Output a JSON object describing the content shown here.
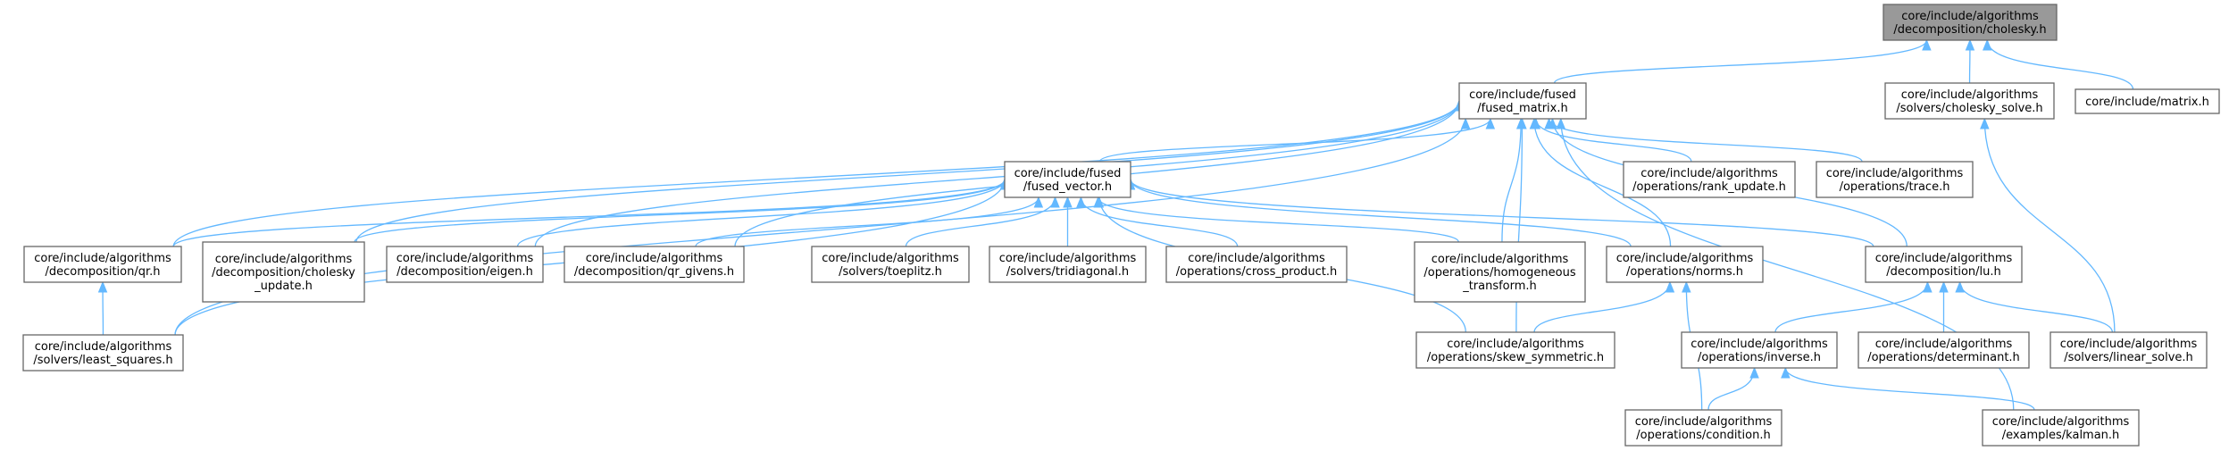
{
  "graph": {
    "type": "include-dependency-graph",
    "colors": {
      "edge": "#63b8ff",
      "root_fill": "#999999",
      "node_fill": "#ffffff",
      "border": "#666666"
    },
    "nodes": [
      {
        "id": "cholesky",
        "lines": [
          "core/include/algorithms",
          "/decomposition/cholesky.h"
        ],
        "root": true
      },
      {
        "id": "fused_matrix",
        "lines": [
          "core/include/fused",
          "/fused_matrix.h"
        ]
      },
      {
        "id": "cholesky_solve",
        "lines": [
          "core/include/algorithms",
          "/solvers/cholesky_solve.h"
        ]
      },
      {
        "id": "matrix",
        "lines": [
          "core/include/matrix.h"
        ]
      },
      {
        "id": "fused_vector",
        "lines": [
          "core/include/fused",
          "/fused_vector.h"
        ]
      },
      {
        "id": "rank_update",
        "lines": [
          "core/include/algorithms",
          "/operations/rank_update.h"
        ]
      },
      {
        "id": "trace",
        "lines": [
          "core/include/algorithms",
          "/operations/trace.h"
        ]
      },
      {
        "id": "qr",
        "lines": [
          "core/include/algorithms",
          "/decomposition/qr.h"
        ]
      },
      {
        "id": "cholesky_update",
        "lines": [
          "core/include/algorithms",
          "/decomposition/cholesky",
          "_update.h"
        ]
      },
      {
        "id": "eigen",
        "lines": [
          "core/include/algorithms",
          "/decomposition/eigen.h"
        ]
      },
      {
        "id": "qr_givens",
        "lines": [
          "core/include/algorithms",
          "/decomposition/qr_givens.h"
        ]
      },
      {
        "id": "toeplitz",
        "lines": [
          "core/include/algorithms",
          "/solvers/toeplitz.h"
        ]
      },
      {
        "id": "tridiagonal",
        "lines": [
          "core/include/algorithms",
          "/solvers/tridiagonal.h"
        ]
      },
      {
        "id": "cross_product",
        "lines": [
          "core/include/algorithms",
          "/operations/cross_product.h"
        ]
      },
      {
        "id": "homogeneous",
        "lines": [
          "core/include/algorithms",
          "/operations/homogeneous",
          "_transform.h"
        ]
      },
      {
        "id": "norms",
        "lines": [
          "core/include/algorithms",
          "/operations/norms.h"
        ]
      },
      {
        "id": "lu",
        "lines": [
          "core/include/algorithms",
          "/decomposition/lu.h"
        ]
      },
      {
        "id": "least_squares",
        "lines": [
          "core/include/algorithms",
          "/solvers/least_squares.h"
        ]
      },
      {
        "id": "skew_symmetric",
        "lines": [
          "core/include/algorithms",
          "/operations/skew_symmetric.h"
        ]
      },
      {
        "id": "inverse",
        "lines": [
          "core/include/algorithms",
          "/operations/inverse.h"
        ]
      },
      {
        "id": "determinant",
        "lines": [
          "core/include/algorithms",
          "/operations/determinant.h"
        ]
      },
      {
        "id": "linear_solve",
        "lines": [
          "core/include/algorithms",
          "/solvers/linear_solve.h"
        ]
      },
      {
        "id": "condition",
        "lines": [
          "core/include/algorithms",
          "/operations/condition.h"
        ]
      },
      {
        "id": "kalman",
        "lines": [
          "core/include/algorithms",
          "/examples/kalman.h"
        ]
      }
    ],
    "edges": [
      [
        "fused_matrix",
        "cholesky"
      ],
      [
        "cholesky_solve",
        "cholesky"
      ],
      [
        "matrix",
        "cholesky"
      ],
      [
        "fused_vector",
        "fused_matrix"
      ],
      [
        "rank_update",
        "fused_matrix"
      ],
      [
        "trace",
        "fused_matrix"
      ],
      [
        "qr",
        "fused_matrix"
      ],
      [
        "cholesky_update",
        "fused_matrix"
      ],
      [
        "eigen",
        "fused_matrix"
      ],
      [
        "qr_givens",
        "fused_matrix"
      ],
      [
        "homogeneous",
        "fused_matrix"
      ],
      [
        "norms",
        "fused_matrix"
      ],
      [
        "lu",
        "fused_matrix"
      ],
      [
        "least_squares",
        "fused_matrix"
      ],
      [
        "skew_symmetric",
        "fused_matrix"
      ],
      [
        "kalman",
        "fused_matrix"
      ],
      [
        "linear_solve",
        "cholesky_solve"
      ],
      [
        "qr",
        "fused_vector"
      ],
      [
        "cholesky_update",
        "fused_vector"
      ],
      [
        "eigen",
        "fused_vector"
      ],
      [
        "qr_givens",
        "fused_vector"
      ],
      [
        "toeplitz",
        "fused_vector"
      ],
      [
        "tridiagonal",
        "fused_vector"
      ],
      [
        "cross_product",
        "fused_vector"
      ],
      [
        "homogeneous",
        "fused_vector"
      ],
      [
        "norms",
        "fused_vector"
      ],
      [
        "lu",
        "fused_vector"
      ],
      [
        "least_squares",
        "fused_vector"
      ],
      [
        "skew_symmetric",
        "fused_vector"
      ],
      [
        "least_squares",
        "qr"
      ],
      [
        "skew_symmetric",
        "norms"
      ],
      [
        "condition",
        "norms"
      ],
      [
        "inverse",
        "lu"
      ],
      [
        "determinant",
        "lu"
      ],
      [
        "linear_solve",
        "lu"
      ],
      [
        "condition",
        "inverse"
      ],
      [
        "kalman",
        "inverse"
      ]
    ]
  }
}
